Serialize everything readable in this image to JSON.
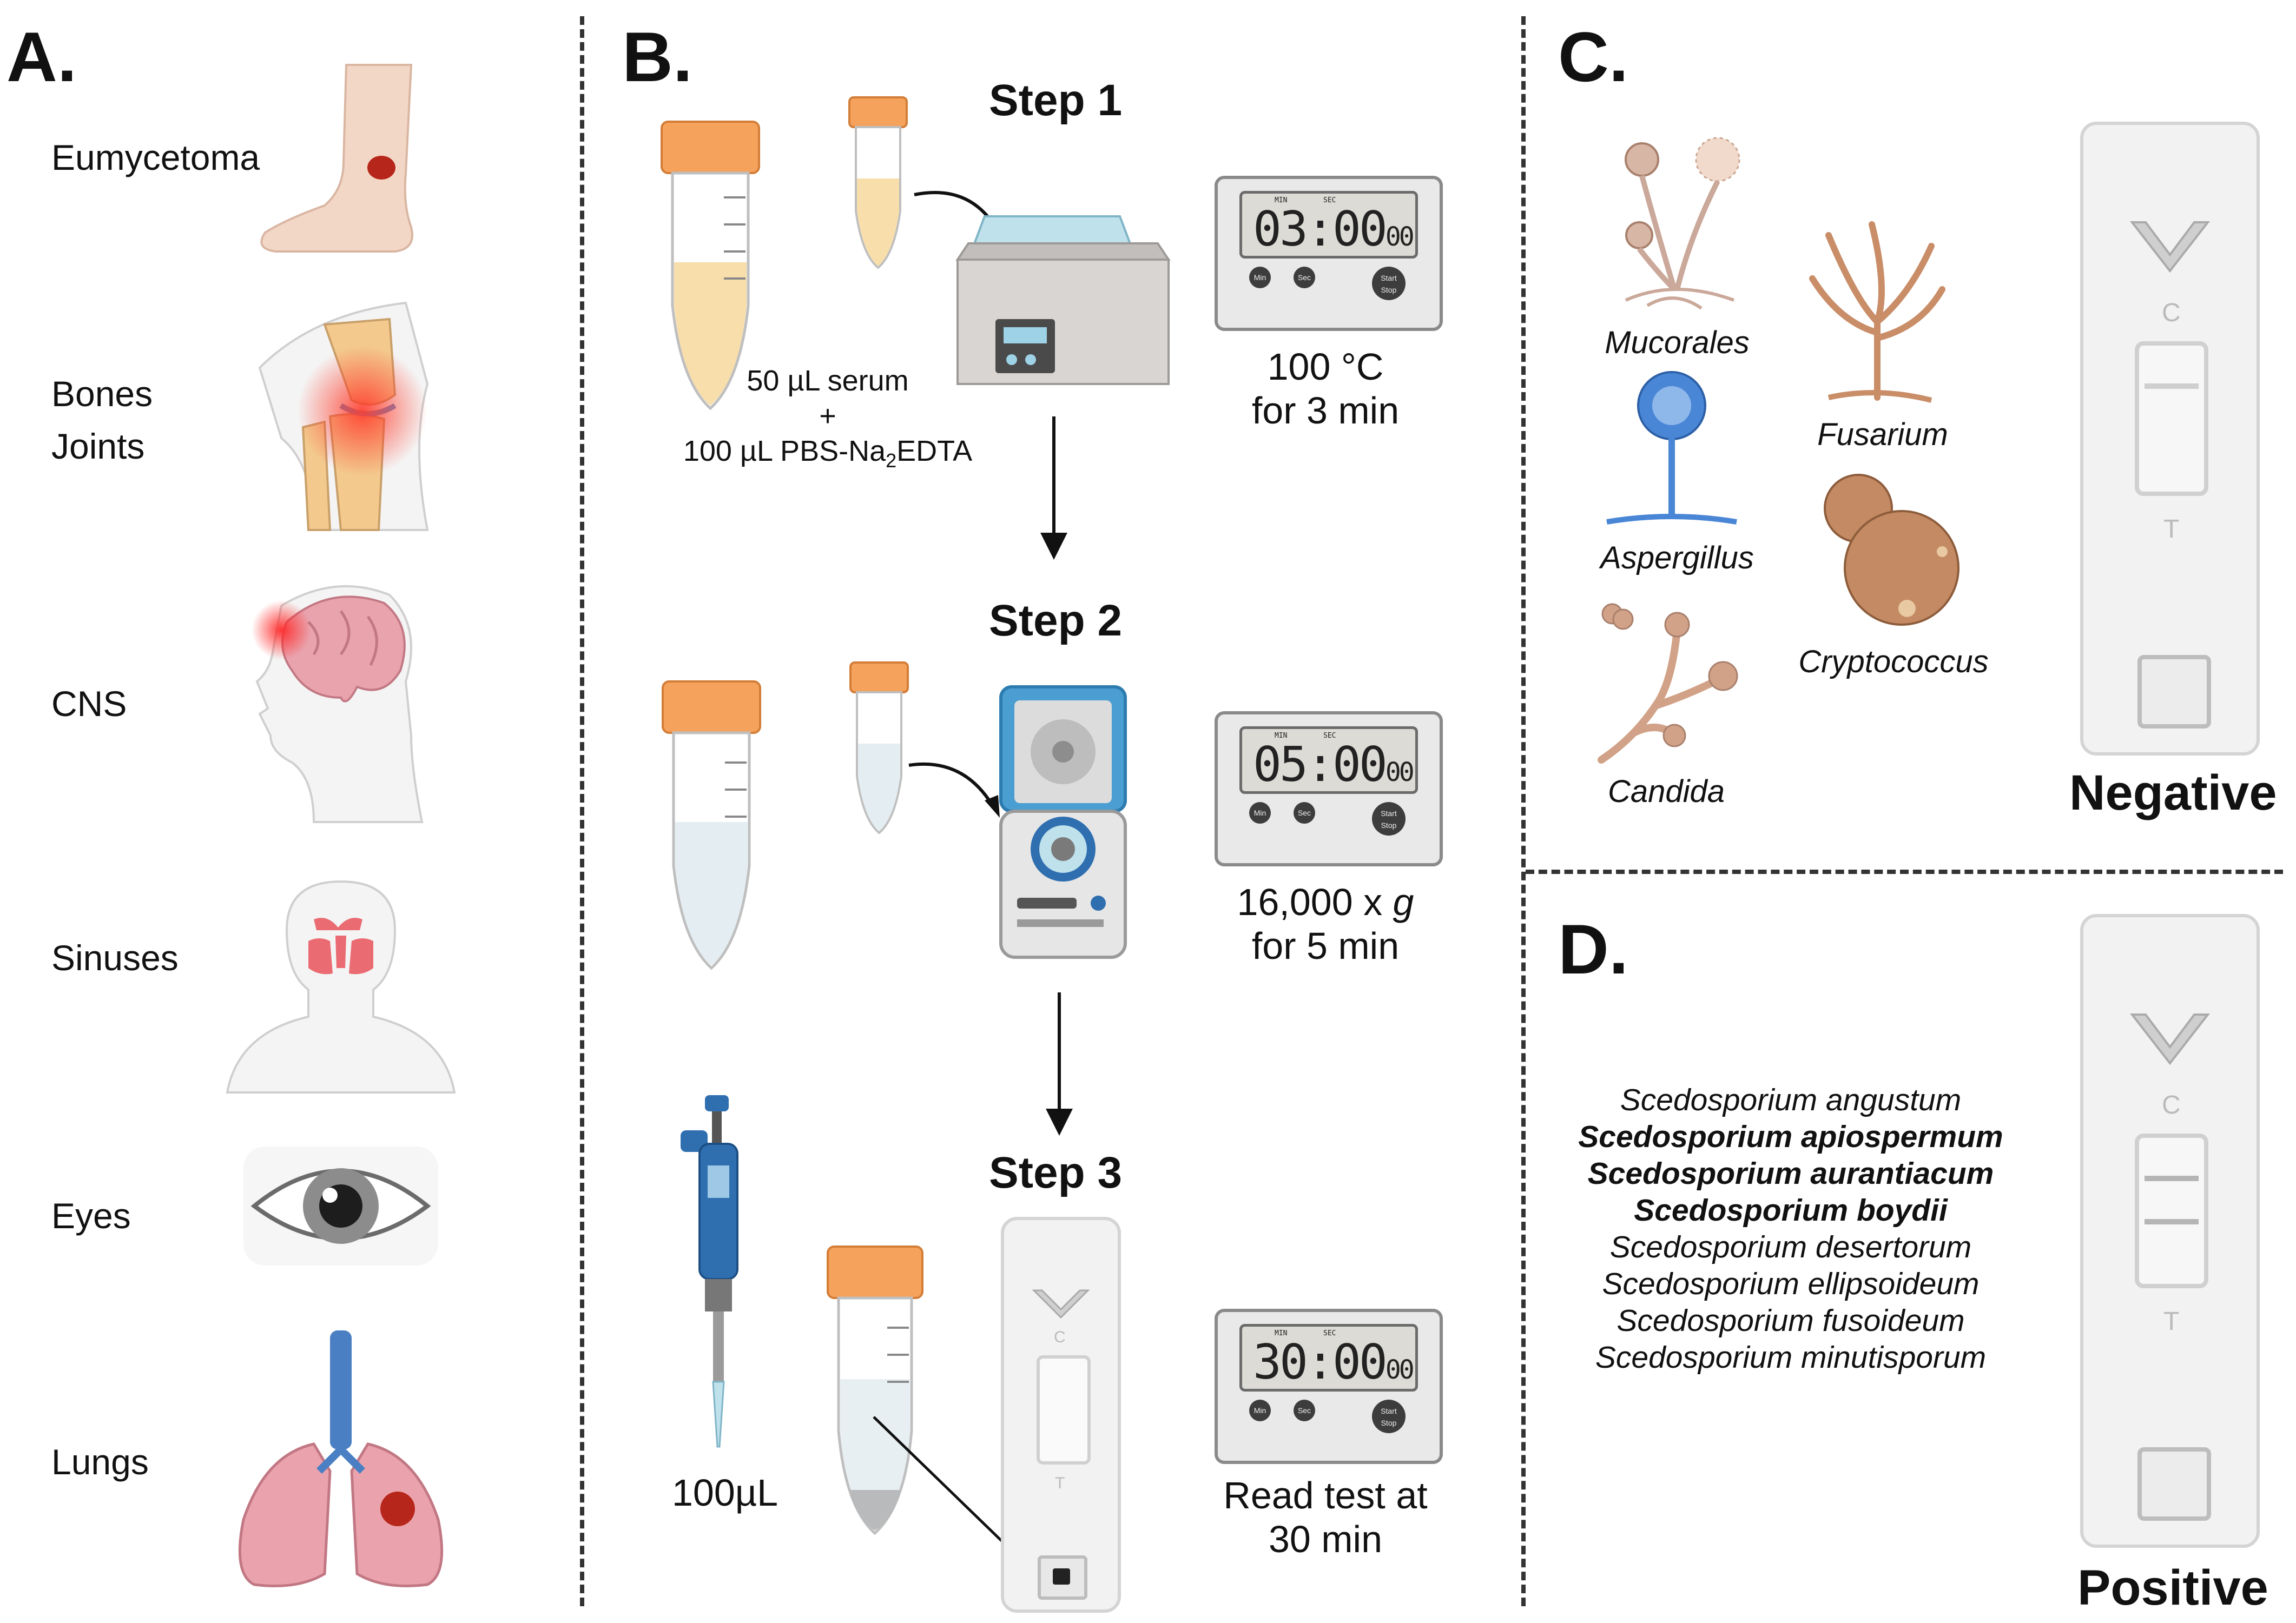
{
  "panels": {
    "a": "A.",
    "b": "B.",
    "c": "C.",
    "d": "D."
  },
  "sites": {
    "eumycetoma": "Eumycetoma",
    "bones": "Bones",
    "joints": "Joints",
    "cns": "CNS",
    "sinuses": "Sinuses",
    "eyes": "Eyes",
    "lungs": "Lungs"
  },
  "steps": {
    "step1": {
      "title": "Step 1",
      "serum": "50 µL serum",
      "plus": "+",
      "pbs_prefix": "100 µL PBS-Na",
      "pbs_sub": "2",
      "pbs_suffix": "EDTA",
      "timer": "03:00",
      "timer_small": "00",
      "cond_line1": "100 °C",
      "cond_line2": "for 3 min"
    },
    "step2": {
      "title": "Step 2",
      "timer": "05:00",
      "timer_small": "00",
      "cond_prefix": "16,000 x ",
      "cond_g": "g",
      "cond_line2": "for 5 min"
    },
    "step3": {
      "title": "Step 3",
      "volume": "100µL",
      "timer": "30:00",
      "timer_small": "00",
      "cond_line1": "Read test at",
      "cond_line2": "30 min"
    }
  },
  "timer_labels": {
    "min_top": "MIN",
    "sec_top": "SEC",
    "min": "Min",
    "sec": "Sec",
    "start": "Start",
    "stop": "Stop"
  },
  "fungi": {
    "mucorales": "Mucorales",
    "fusarium": "Fusarium",
    "aspergillus": "Aspergillus",
    "cryptococcus": "Cryptococcus",
    "candida": "Candida"
  },
  "species": [
    {
      "name": "Scedosporium angustum",
      "bold": false
    },
    {
      "name": "Scedosporium apiospermum",
      "bold": true
    },
    {
      "name": "Scedosporium aurantiacum",
      "bold": true
    },
    {
      "name": "Scedosporium boydii",
      "bold": true
    },
    {
      "name": "Scedosporium desertorum",
      "bold": false
    },
    {
      "name": "Scedosporium ellipsoideum",
      "bold": false
    },
    {
      "name": "Scedosporium fusoideum",
      "bold": false
    },
    {
      "name": "Scedosporium minutisporum",
      "bold": false
    }
  ],
  "cassette_marks": {
    "c": "C",
    "t": "T"
  },
  "results": {
    "negative": "Negative",
    "positive": "Positive"
  },
  "colors": {
    "cap_orange": "#f5a25d",
    "serum_yellow": "#f7deaa",
    "skin": "#f3d7c6",
    "brain_pink": "#e9a3ad",
    "lung_pink": "#eaa3ad",
    "fungus_tan": "#c9957a",
    "aspergillus_blue": "#4a86d6",
    "pipette_blue": "#2f6fb0",
    "red_highlight": "#e8412c"
  }
}
